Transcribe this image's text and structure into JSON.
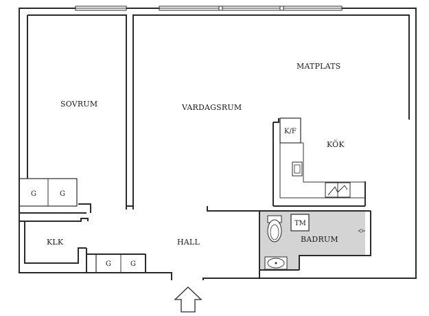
{
  "rooms": {
    "sovrum": "SOVRUM",
    "vardagsrum": "VARDAGSRUM",
    "matplats": "MATPLATS",
    "kok": "KÖK",
    "kf": "K/F",
    "klk": "KLK",
    "hall": "HALL",
    "badrum": "BADRUM",
    "tm": "TM"
  },
  "closets": {
    "g1": "G",
    "g2": "G",
    "g3": "G",
    "g4": "G"
  },
  "colors": {
    "wall": "#2a2a2a",
    "bathroom_fill": "#d4d4d4",
    "background": "#ffffff"
  },
  "icons": {
    "entrance": "up-arrow-icon",
    "toilet": "toilet-icon",
    "sink": "sink-icon",
    "stove": "stove-icon",
    "dishwasher": "kitchen-sink-icon",
    "floor_drain": "floor-drain-icon"
  }
}
